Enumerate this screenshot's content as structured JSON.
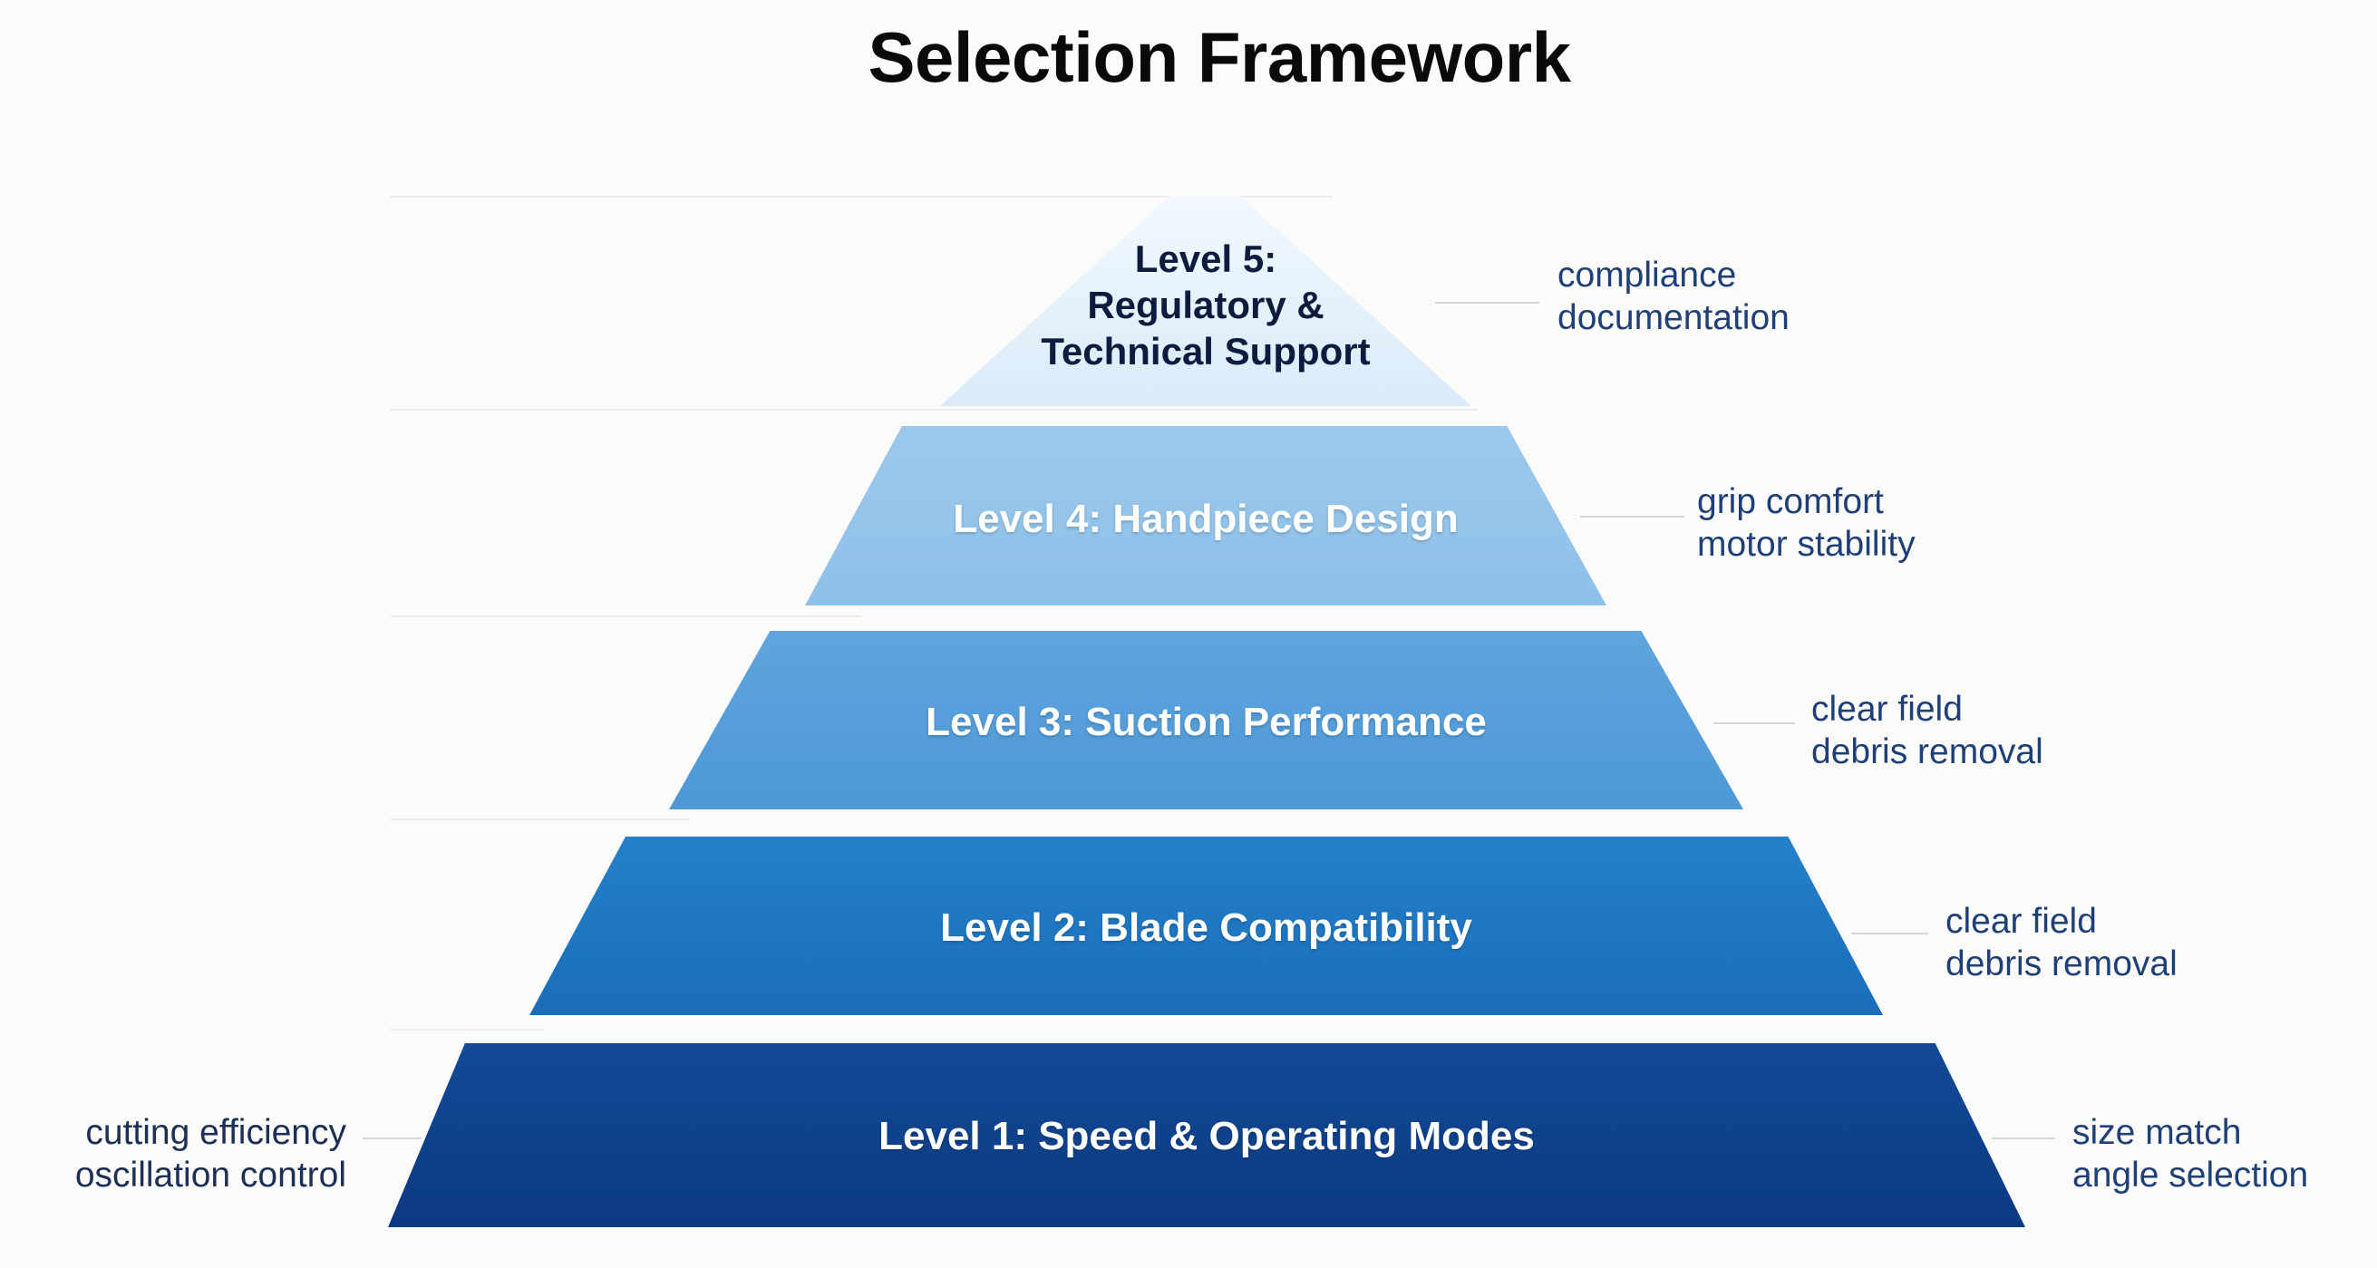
{
  "title": "Selection Framework",
  "levels": [
    {
      "label_lines": [
        "Level 5:",
        "Regulatory &",
        "Technical Support"
      ],
      "notes": [
        "compliance",
        "documentation"
      ],
      "color": "#e4f1fb"
    },
    {
      "label": "Level 4: Handpiece Design",
      "notes": [
        "grip comfort",
        "motor stability"
      ],
      "color": "#94c4ea"
    },
    {
      "label": "Level 3: Suction Performance",
      "notes": [
        "clear field",
        "debris removal"
      ],
      "color": "#5aa1db"
    },
    {
      "label": "Level 2: Blade Compatibility",
      "notes": [
        "clear field",
        "debris removal"
      ],
      "color": "#1d74c1"
    },
    {
      "label": "Level 1: Speed & Operating Modes",
      "notes_left": [
        "cutting efficiency",
        "oscillation control"
      ],
      "notes_right": [
        "size match",
        "angle selection"
      ],
      "color": "#0e3d86"
    }
  ]
}
